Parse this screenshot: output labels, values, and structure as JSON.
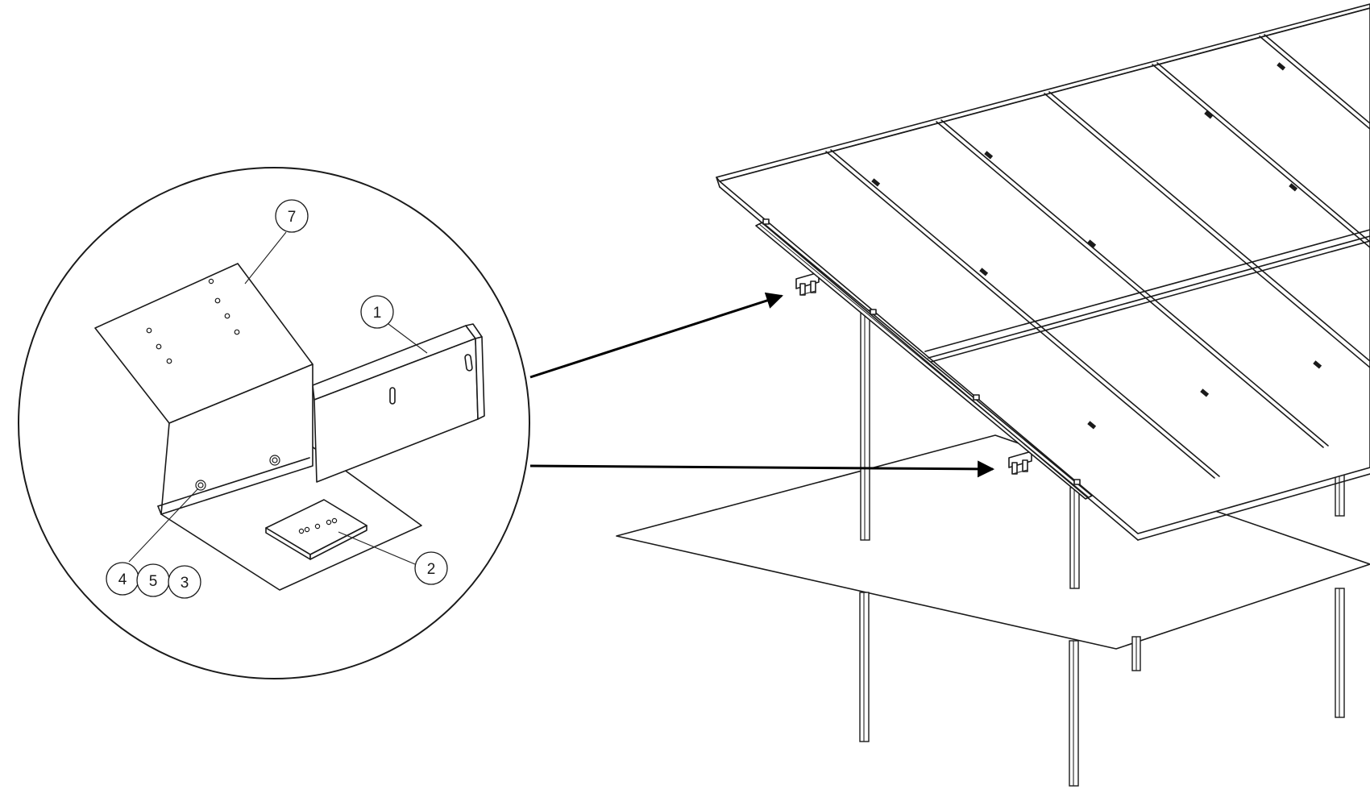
{
  "callouts": {
    "b1": "1",
    "b2": "2",
    "b3": "3",
    "b4": "4",
    "b5": "5",
    "b7": "7"
  },
  "colors": {
    "line": "#1a1a1a",
    "background": "#ffffff"
  }
}
